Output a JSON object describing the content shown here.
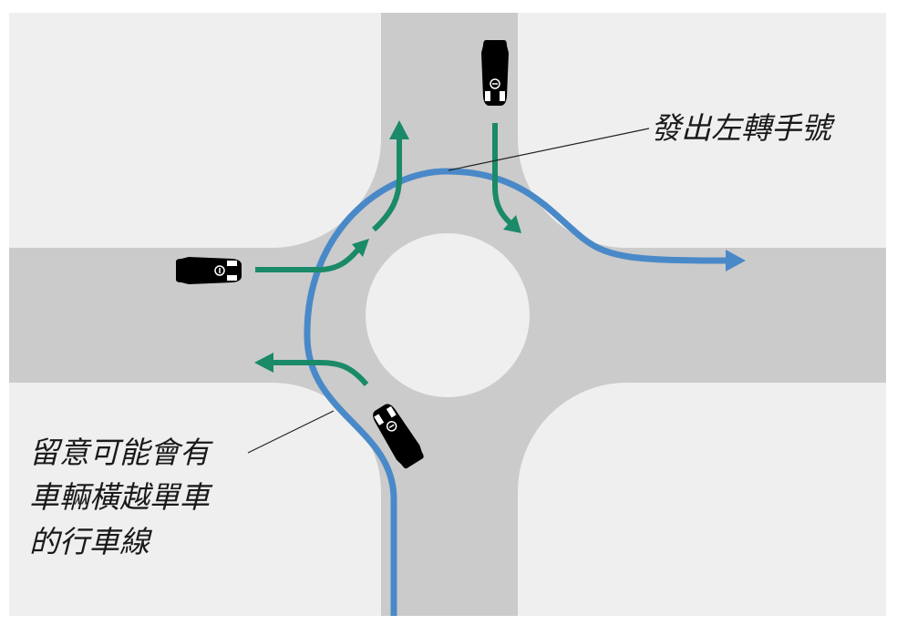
{
  "labels": {
    "left_turn_signal": "發出左轉手號",
    "watch_cyclist": [
      "留意可能會有",
      "車輛橫越單車",
      "的行車線"
    ]
  },
  "colors": {
    "background": "#efefef",
    "road": "#cbcbcb",
    "cyclist_path": "#4a89c8",
    "vehicle_paths": "#1a8a68",
    "car": "#000000"
  },
  "icons": [
    "car-icon",
    "arrow-icon"
  ]
}
